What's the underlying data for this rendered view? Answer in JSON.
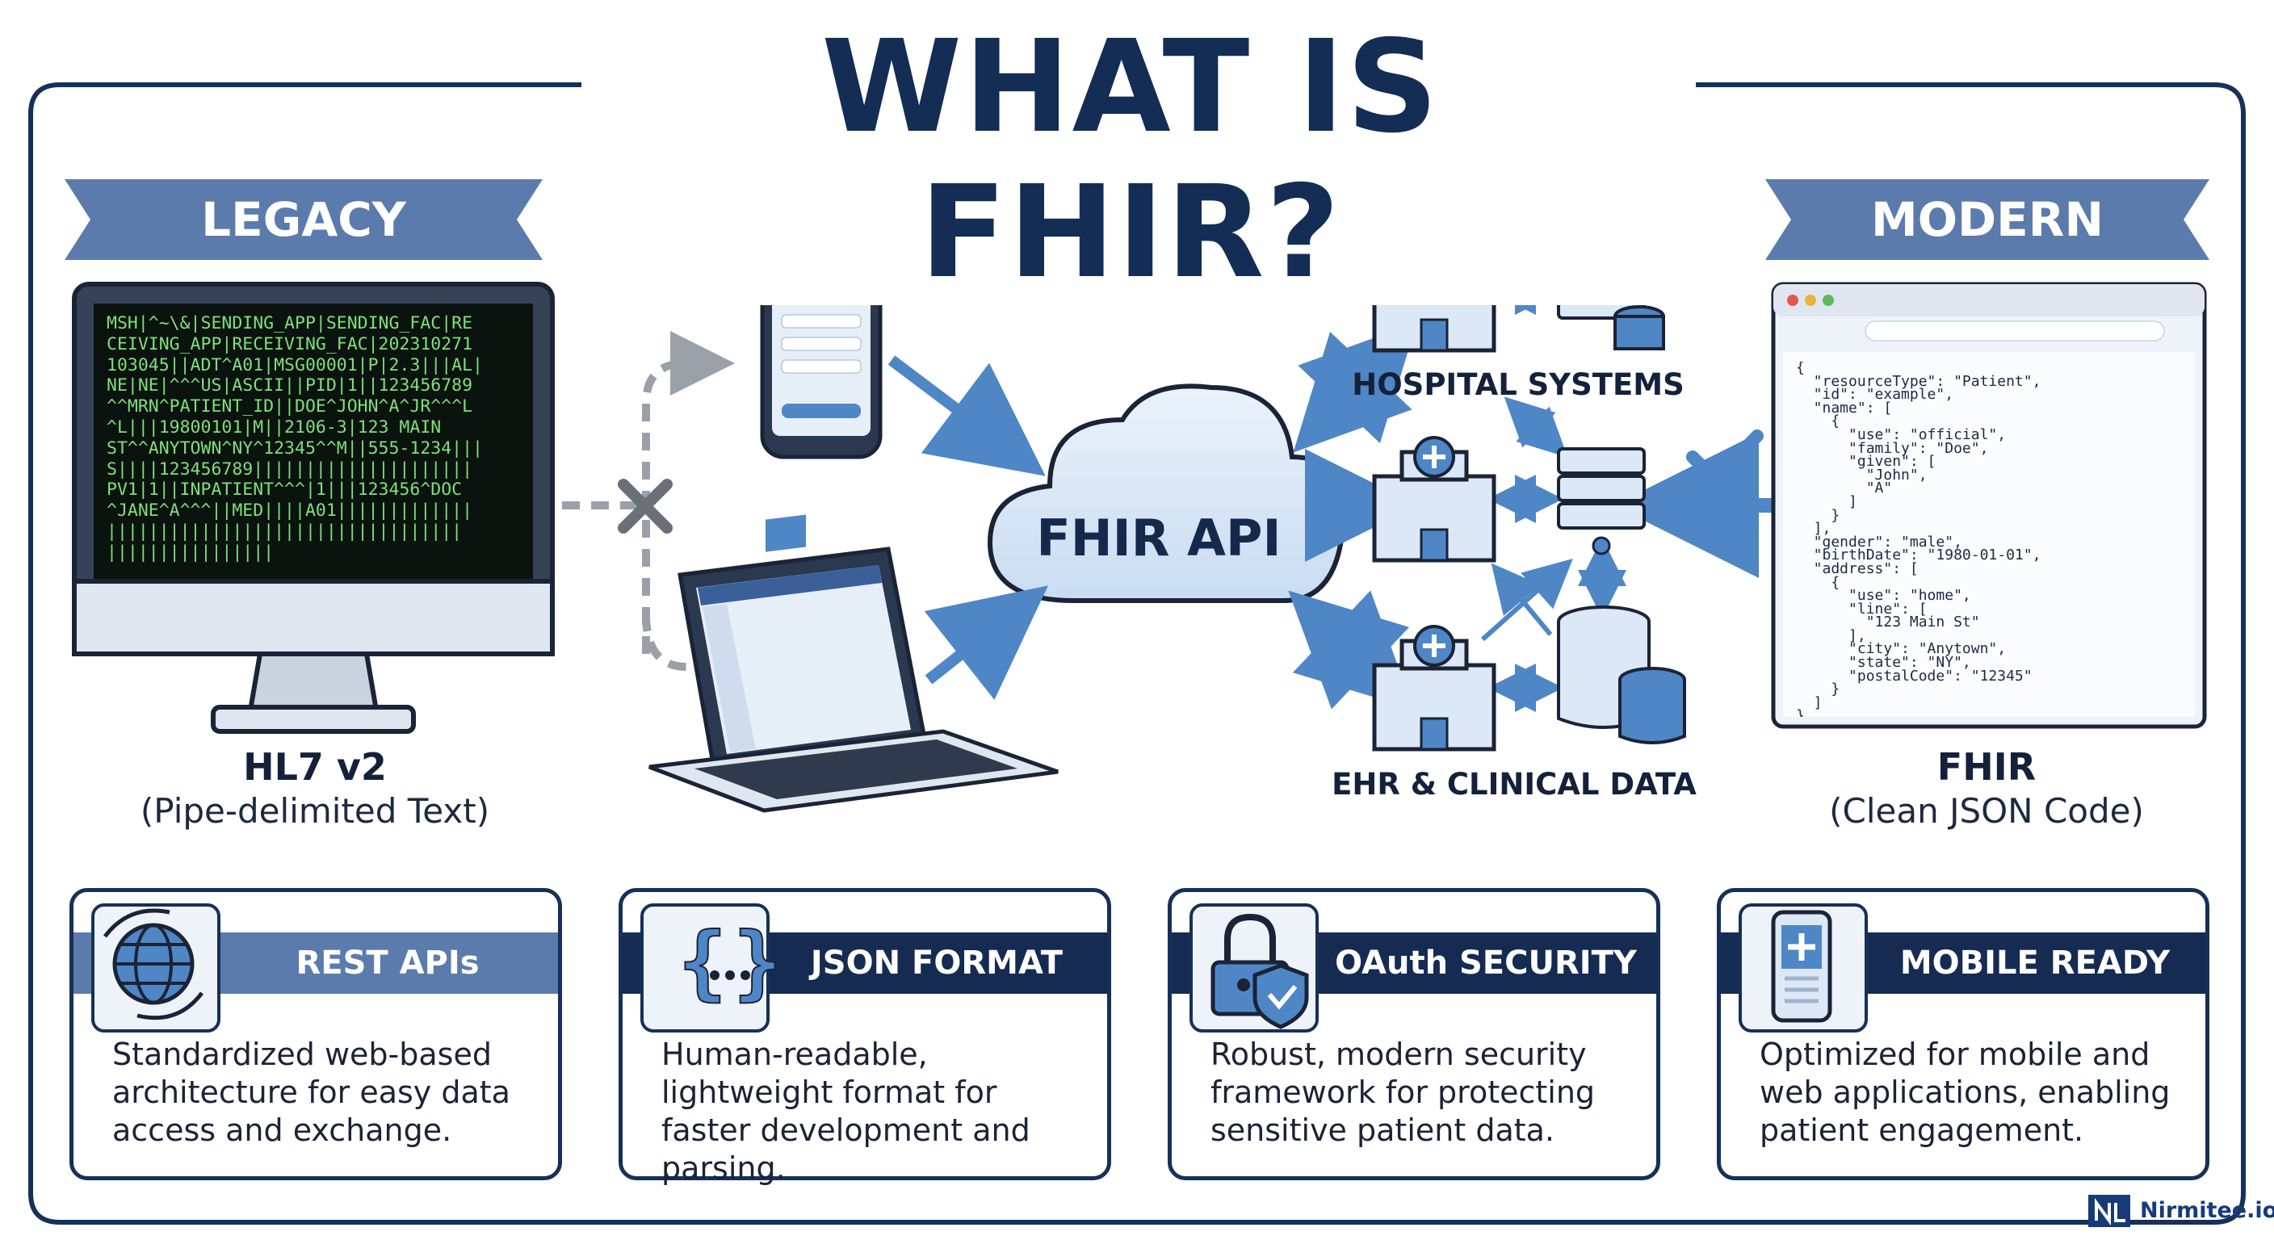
{
  "title": "WHAT IS FHIR?",
  "legacy": {
    "ribbon": "LEGACY",
    "caption_main": "HL7 v2",
    "caption_sub": "(Pipe-delimited Text)",
    "code_lines": [
      "MSH|^~\\&|SENDING_APP|SENDING_FAC|RE",
      "CEIVING_APP|RECEIVING_FAC|202310271",
      "103045||ADT^A01|MSG00001|P|2.3|||AL|",
      "NE|NE|^^^US|ASCII||PID|1||123456789",
      "^^MRN^PATIENT_ID||DOE^JOHN^A^JR^^^L",
      "^L|||19800101|M||2106-3|123 MAIN",
      "ST^^ANYTOWN^NY^12345^^M||555-1234|||",
      "S||||123456789|||||||||||||||||||||",
      "PV1|1||INPATIENT^^^|1|||123456^DOC",
      "^JANE^A^^^||MED||||A01|||||||||||||",
      "||||||||||||||||||||||||||||||||||",
      "||||||||||||||||"
    ]
  },
  "modern": {
    "ribbon": "MODERN",
    "caption_main": "FHIR",
    "caption_sub": "(Clean JSON Code)",
    "code_lines": [
      "{",
      "  \"resourceType\": \"Patient\",",
      "  \"id\": \"example\",",
      "  \"name\": [",
      "    {",
      "      \"use\": \"official\",",
      "      \"family\": \"Doe\",",
      "      \"given\": [",
      "        \"John\",",
      "        \"A\"",
      "      ]",
      "    }",
      "  ],",
      "  \"gender\": \"male\",",
      "  \"birthDate\": \"1980-01-01\",",
      "  \"address\": [",
      "    {",
      "      \"use\": \"home\",",
      "      \"line\": [",
      "        \"123 Main St\"",
      "      ],",
      "      \"city\": \"Anytown\",",
      "      \"state\": \"NY\",",
      "      \"postalCode\": \"12345\"",
      "    }",
      "  ]",
      "}"
    ]
  },
  "hub": {
    "cloud_label": "FHIR API",
    "hospital_label": "HOSPITAL SYSTEMS",
    "ehr_label": "EHR & CLINICAL DATA"
  },
  "cards": [
    {
      "title": "REST APIs",
      "description": "Standardized web-based architecture for easy data access and exchange.",
      "icon": "globe-icon"
    },
    {
      "title": "JSON FORMAT",
      "description": "Human-readable, lightweight format for faster development and parsing.",
      "icon": "curly-braces-icon"
    },
    {
      "title": "OAuth SECURITY",
      "description": "Robust, modern security framework for protecting sensitive patient data.",
      "icon": "lock-shield-icon"
    },
    {
      "title": "MOBILE READY",
      "description": "Optimized for mobile and web applications, enabling patient engagement.",
      "icon": "mobile-icon"
    }
  ],
  "brand": "Nirmitee.io",
  "colors": {
    "navy": "#132d55",
    "steel_blue": "#5b7bac",
    "light_blue": "#dce8f6",
    "arrow_blue": "#4f86c6",
    "terminal_green": "#7fe07a"
  }
}
